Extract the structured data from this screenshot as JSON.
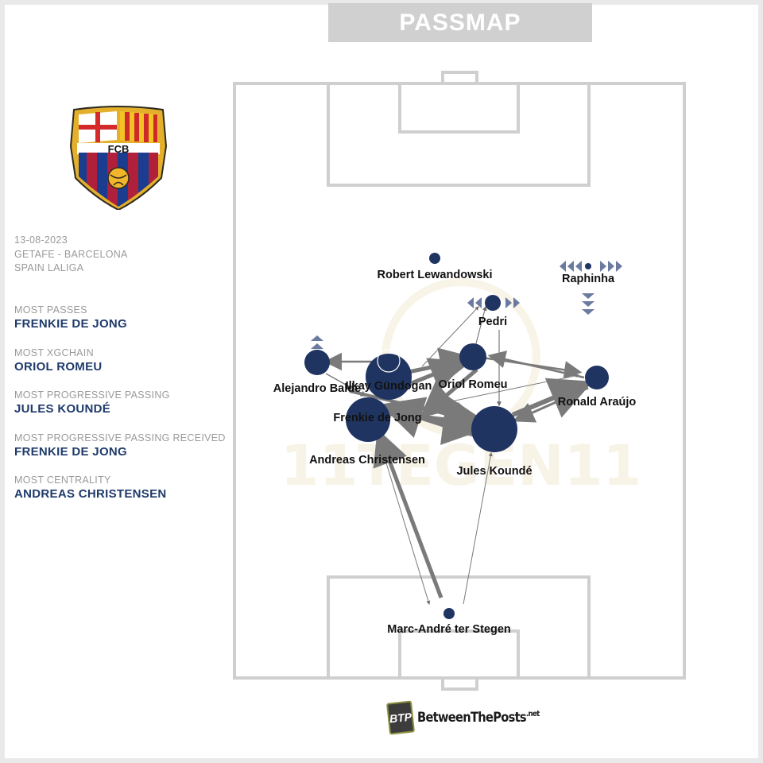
{
  "header": {
    "title": "PASSMAP"
  },
  "crest": {
    "text": "FCB",
    "alt": "FC Barcelona crest"
  },
  "match": {
    "date": "13-08-2023",
    "fixture": "GETAFE - BARCELONA",
    "competition": "SPAIN LALIGA"
  },
  "stats": [
    {
      "label": "MOST PASSES",
      "value": "FRENKIE DE JONG"
    },
    {
      "label": "MOST XGCHAIN",
      "value": "ORIOL ROMEU"
    },
    {
      "label": "MOST PROGRESSIVE PASSING",
      "value": "JULES KOUNDÉ"
    },
    {
      "label": "MOST PROGRESSIVE PASSING RECEIVED",
      "value": "FRENKIE DE JONG"
    },
    {
      "label": "MOST CENTRALITY",
      "value": "ANDREAS CHRISTENSEN"
    }
  ],
  "players": [
    {
      "name": "Robert Lewandowski",
      "size": 0.12
    },
    {
      "name": "Raphinha",
      "size": 0.05
    },
    {
      "name": "Pedri",
      "size": 0.2
    },
    {
      "name": "Alejandro Balde",
      "size": 0.35
    },
    {
      "name": "Ilkay Gündogan",
      "size": 0.65
    },
    {
      "name": "Oriol Romeu",
      "size": 0.35
    },
    {
      "name": "Ronald Araújo",
      "size": 0.33
    },
    {
      "name": "Frenkie de Jong",
      "size": 0.85
    },
    {
      "name": "Jules Koundé",
      "size": 1.0
    },
    {
      "name": "Andreas Christensen",
      "size": 0.0
    },
    {
      "name": "Marc-André ter Stegen",
      "size": 0.1
    }
  ],
  "colors": {
    "node": "#1f3461",
    "pitch_line": "#cfcfcf",
    "pass": "#6e6e6e",
    "stat_value": "#1f3a6b"
  },
  "footer": {
    "brand": "BetweenThePosts",
    "tld": ".net",
    "badge": "BTP"
  }
}
